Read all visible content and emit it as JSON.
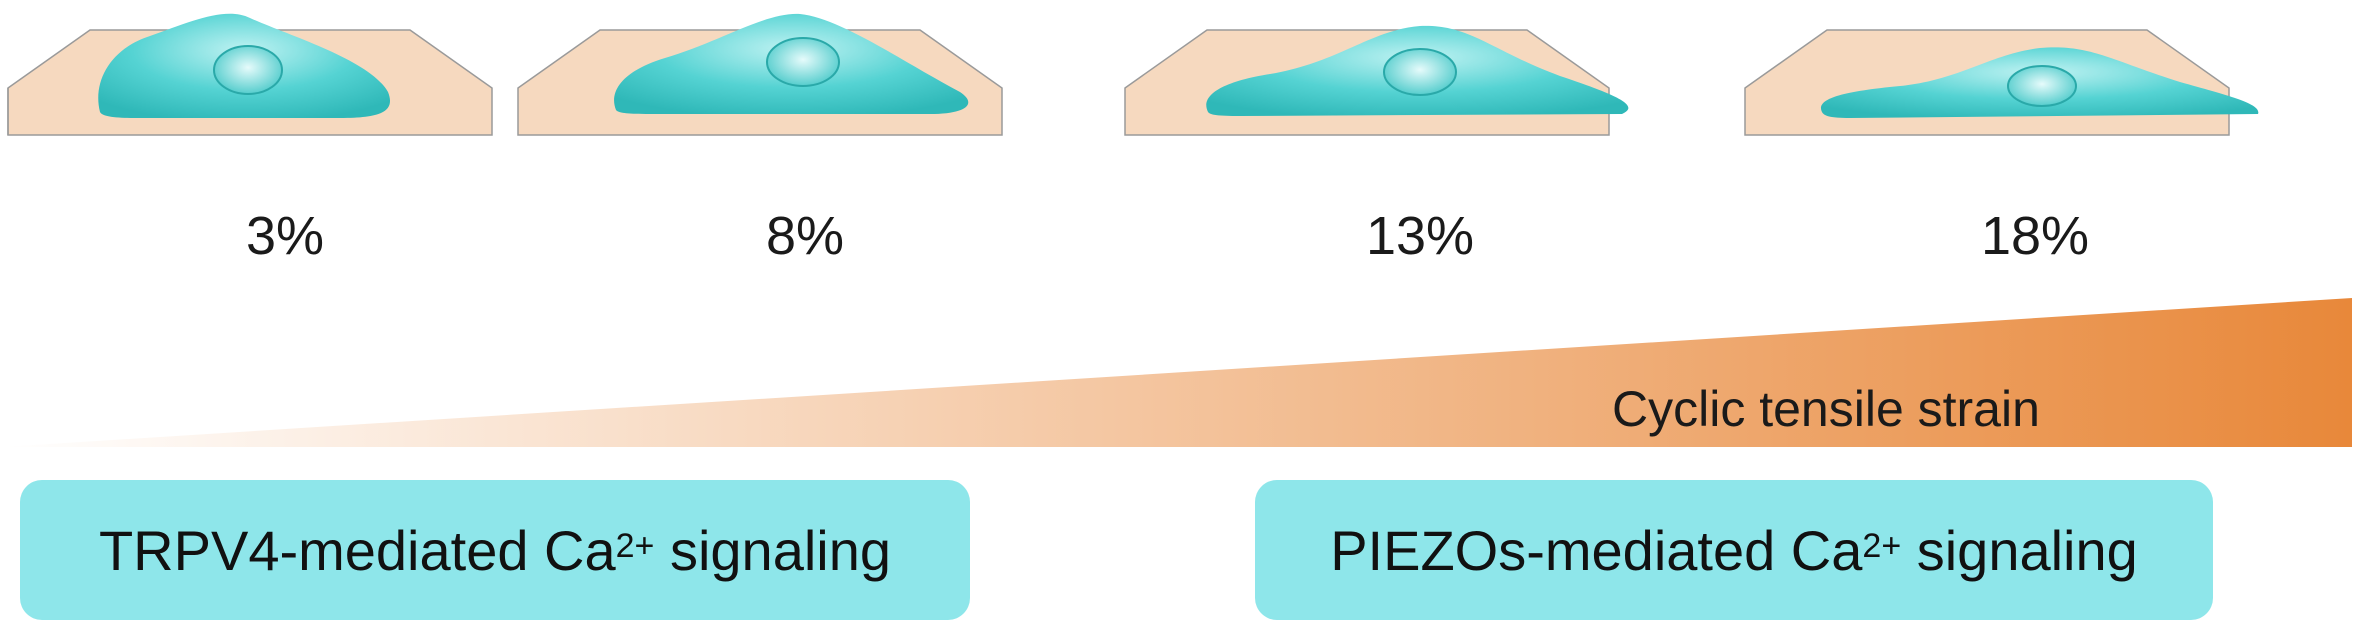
{
  "strain_levels": [
    {
      "label": "3%",
      "cell_flattening": 0.25
    },
    {
      "label": "8%",
      "cell_flattening": 0.45
    },
    {
      "label": "13%",
      "cell_flattening": 0.65
    },
    {
      "label": "18%",
      "cell_flattening": 0.85
    }
  ],
  "strain_axis": {
    "caption": "Cyclic tensile strain"
  },
  "pathways": [
    {
      "name": "TRPV4",
      "text_before": "TRPV4-mediated Ca",
      "superscript": "2+",
      "text_after": " signaling"
    },
    {
      "name": "PIEZOs",
      "text_before": "PIEZOs-mediated Ca",
      "superscript": "2+",
      "text_after": " signaling"
    }
  ],
  "colors": {
    "cell": "#3ec8c8",
    "cell_highlight": "#bff2f2",
    "substrate": "#f6d9bf",
    "strain_gradient_end": "#e8883a",
    "pathway_box": "#8ee6ea"
  }
}
